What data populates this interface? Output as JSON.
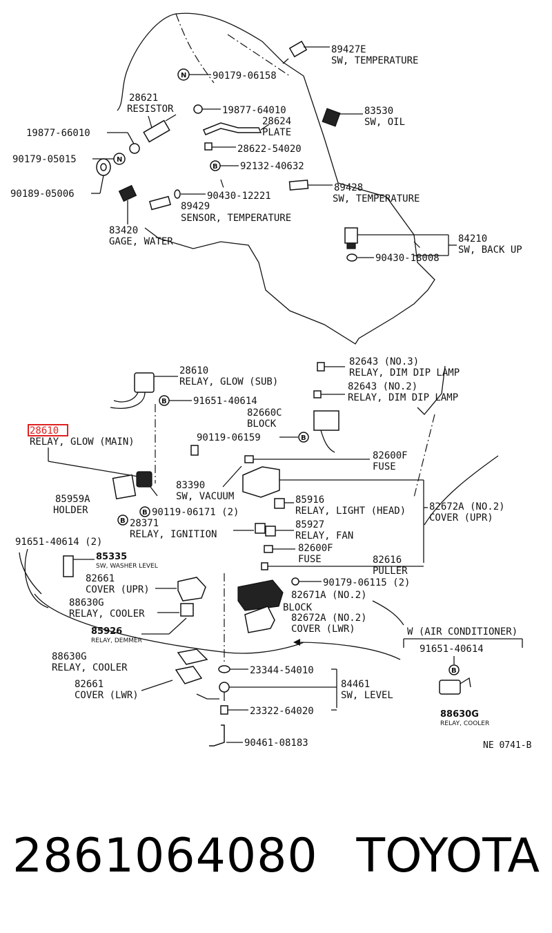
{
  "labels": {
    "p89427e": "89427E",
    "p89427e_d": "SW, TEMPERATURE",
    "p90179_06158": "90179-06158",
    "p28621": "28621",
    "p28621_d": "RESISTOR",
    "p19877_64010": "19877-64010",
    "p83530": "83530",
    "p83530_d": "SW, OIL",
    "p28624": "28624",
    "p28624_d": "PLATE",
    "p19877_66010": "19877-66010",
    "p28622_54020": "28622-54020",
    "p90179_05015": "90179-05015",
    "p92132_40632": "92132-40632",
    "p90189_05006": "90189-05006",
    "p89428": "89428",
    "p89428_d": "SW, TEMPERATURE",
    "p90430_12221": "90430-12221",
    "p89429": "89429",
    "p89429_d": "SENSOR, TEMPERATURE",
    "p83420": "83420",
    "p83420_d": "GAGE, WATER",
    "p84210": "84210",
    "p84210_d": "SW, BACK UP",
    "p90430_18008": "90430-18008",
    "p82643_3": "82643 (NO.3)",
    "p82643_3_d": "RELAY, DIM DIP LAMP",
    "p28610_sub": "28610",
    "p28610_sub_d": "RELAY, GLOW (SUB)",
    "p82643_2": "82643 (NO.2)",
    "p82643_2_d": "RELAY, DIM DIP LAMP",
    "p91651_40614": "91651-40614",
    "p82660c": "82660C",
    "p82660c_d": "BLOCK",
    "p28610_main": "28610",
    "p28610_main_d": "RELAY, GLOW (MAIN)",
    "p90119_06159": "90119-06159",
    "p82600f": "82600F",
    "p82600f_d": "FUSE",
    "p83390": "83390",
    "p83390_d": "SW, VACUUM",
    "p85959a": "85959A",
    "p85959a_d": "HOLDER",
    "p85916": "85916",
    "p85916_d": "RELAY, LIGHT (HEAD)",
    "p82672a_2": "82672A (NO.2)",
    "p82672a_2_d": "COVER (UPR)",
    "p90119_06171": "90119-06171 (2)",
    "p28371": "28371",
    "p28371_d": "RELAY, IGNITION",
    "p85927": "85927",
    "p85927_d": "RELAY, FAN",
    "p91651_40614_2": "91651-40614 (2)",
    "p82600f_b": "82600F",
    "p82600f_b_d": "FUSE",
    "p85335": "85335",
    "p85335_d": "SW, WASHER LEVEL",
    "p82616": "82616",
    "p82616_d": "PULLER",
    "p82661_u": "82661",
    "p82661_u_d": "COVER (UPR)",
    "p90179_06115": "90179-06115 (2)",
    "p88630g": "88630G",
    "p88630g_d": "RELAY, COOLER",
    "p82671a": "82671A (NO.2)",
    "p82671a_d": "BLOCK",
    "p82672a_l": "82672A (NO.2)",
    "p82672a_l_d": "COVER (LWR)",
    "p85926": "85926",
    "p85926_d": "RELAY, DEMMER",
    "p_ac": "W (AIR CONDITIONER)",
    "p91651_40614_ac": "91651-40614",
    "p88630g_2": "88630G",
    "p88630g_2_d": "RELAY, COOLER",
    "p23344_54010": "23344-54010",
    "p82661_l": "82661",
    "p82661_l_d": "COVER (LWR)",
    "p84461": "84461",
    "p84461_d": "SW, LEVEL",
    "p23322_64020": "23322-64020",
    "p88630g_ac": "88630G",
    "p88630g_ac_d": "RELAY, COOLER",
    "p90461_08183": "90461-08183",
    "diagram_code": "NE 0741-B",
    "marker_n": "N",
    "marker_b": "B"
  },
  "footer": {
    "part_number": "2861064080",
    "brand": "TOYOTA"
  },
  "colors": {
    "highlight": "#e02020",
    "ink": "#111111"
  }
}
